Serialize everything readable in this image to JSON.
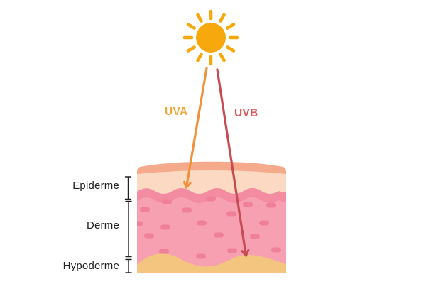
{
  "sun": {
    "icon": "sun-icon",
    "color": "#F6A80D"
  },
  "rays": {
    "uva": {
      "label": "UVA",
      "line_color": "#F0923C",
      "label_color": "#F2A93C"
    },
    "uvb": {
      "label": "UVB",
      "line_color": "#C74B53",
      "label_color": "#DA5A5C"
    }
  },
  "skin": {
    "layers": [
      {
        "label": "Epiderme"
      },
      {
        "label": "Derme"
      },
      {
        "label": "Hypoderme"
      }
    ],
    "colors": {
      "surface_band": "#F5AA8B",
      "epidermis": "#FBD9C3",
      "dermis_band": "#F48CA1",
      "dermis": "#F7A0B1",
      "dermis_spots": "#F0809A",
      "hypodermis": "#F3C57E"
    }
  },
  "annotation": {
    "bracket_color": "#222222",
    "text_color": "#222222"
  }
}
